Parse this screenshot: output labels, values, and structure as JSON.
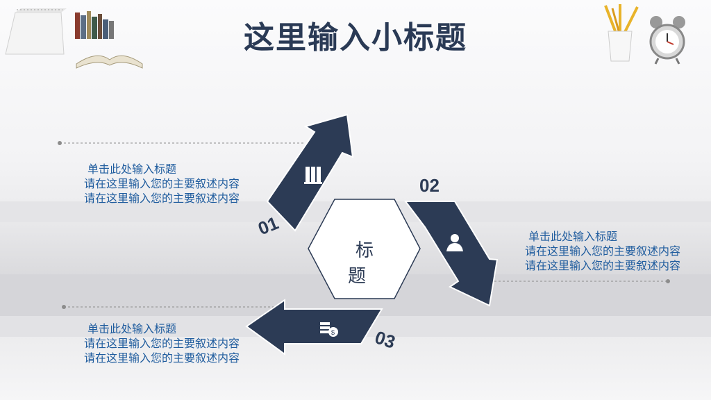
{
  "slide": {
    "title": "这里输入小标题",
    "center_label": "标 题"
  },
  "items": [
    {
      "number": "01",
      "heading": "单击此处输入标题",
      "line1": "请在这里输入您的主要叙述内容",
      "line2": "请在这里输入您的主要叙述内容",
      "icon": "server-icon"
    },
    {
      "number": "02",
      "heading": "单击此处输入标题",
      "line1": "请在这里输入您的主要叙述内容",
      "line2": "请在这里输入您的主要叙述内容",
      "icon": "user-icon"
    },
    {
      "number": "03",
      "heading": "单击此处输入标题",
      "line1": "请在这里输入您的主要叙述内容",
      "line2": "请在这里输入您的主要叙述内容",
      "icon": "coins-icon"
    }
  ],
  "colors": {
    "arrow": "#2c3b55",
    "text": "#1f5c9e",
    "title": "#2a3a55"
  }
}
